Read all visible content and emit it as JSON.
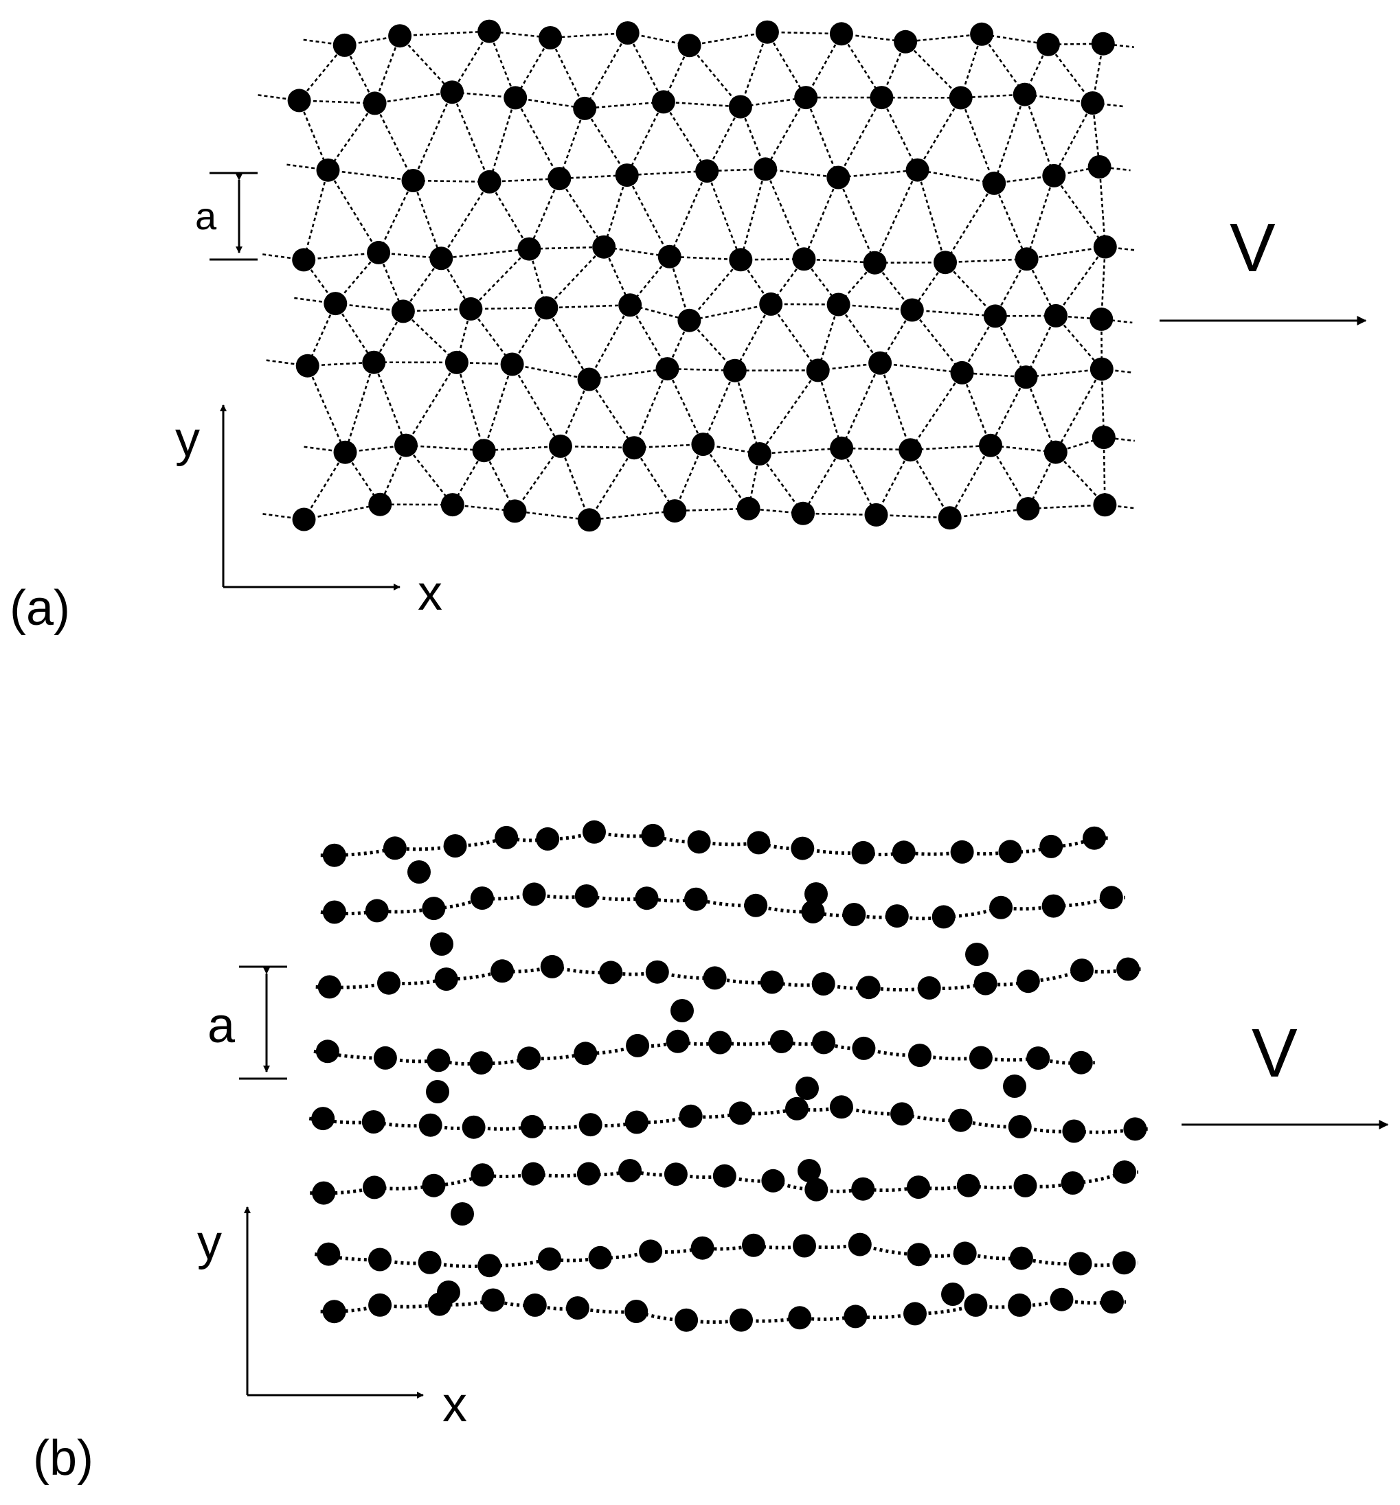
{
  "panels": [
    {
      "id": "a",
      "label": "(a)",
      "spacing_label": "a",
      "velocity_label": "V",
      "x_axis_label": "x",
      "y_axis_label": "y"
    },
    {
      "id": "b",
      "label": "(b)",
      "spacing_label": "a",
      "velocity_label": "V",
      "x_axis_label": "x",
      "y_axis_label": "y"
    }
  ],
  "colors": {
    "particle": "#000000",
    "line": "#000000",
    "background": "#ffffff"
  }
}
